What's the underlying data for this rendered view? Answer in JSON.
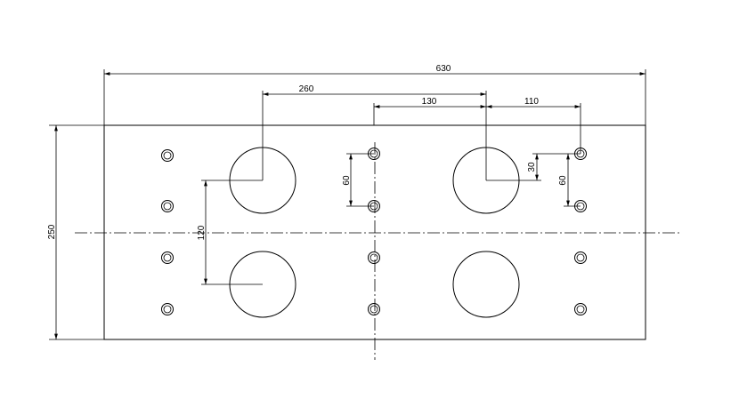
{
  "drawing": {
    "dimensions": {
      "overall_width": "630",
      "large_hole_spacing": "260",
      "center_offset": "130",
      "small_hole_offset": "110",
      "plate_height": "250",
      "large_hole_vertical_spacing": "120",
      "small_hole_vertical_spacing": "60",
      "small_hole_vertical_offset": "30",
      "right_small_hole_vertical_spacing": "60"
    }
  }
}
